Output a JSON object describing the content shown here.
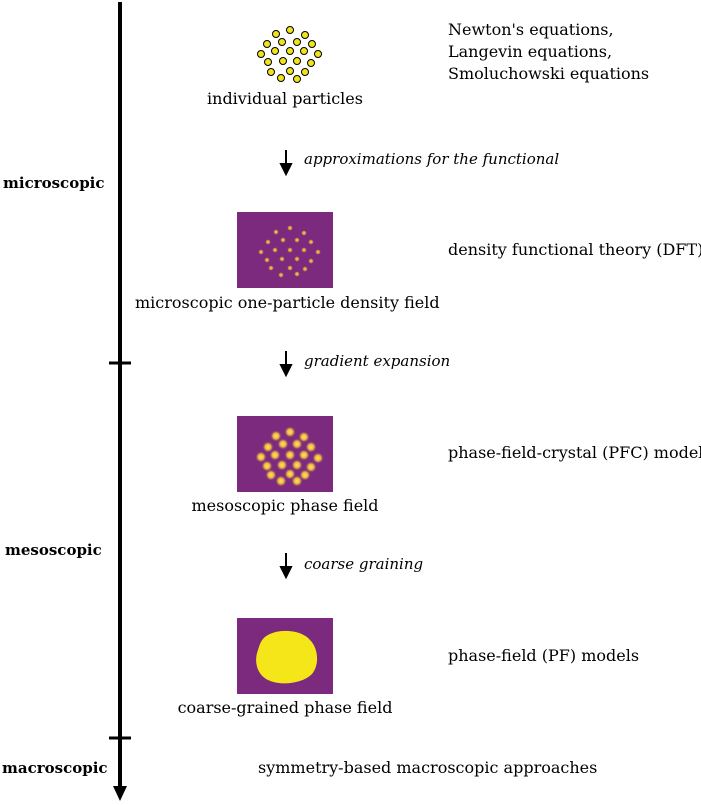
{
  "levels": {
    "micro": "microscopic",
    "meso": "mesoscopic",
    "macro": "macroscopic"
  },
  "captions": {
    "particles": "individual particles",
    "density": "microscopic one-particle density field",
    "phase": "mesoscopic phase field",
    "coarse": "coarse-grained phase field"
  },
  "theories": {
    "particles": [
      "Newton's equations,",
      "Langevin equations,",
      "Smoluchowski equations"
    ],
    "density": "density functional theory (DFT)",
    "pfc": "phase-field-crystal (PFC) models",
    "pf": "phase-field (PF) models",
    "macro": "symmetry-based macroscopic approaches"
  },
  "steps": {
    "functional": "approximations for the functional",
    "gradient": "gradient expansion",
    "coarse": "coarse graining"
  },
  "colors": {
    "panel": "#7b2a7e",
    "particle_fill": "#f0e31a",
    "blob": "#f5e619",
    "axis": "#000000"
  }
}
